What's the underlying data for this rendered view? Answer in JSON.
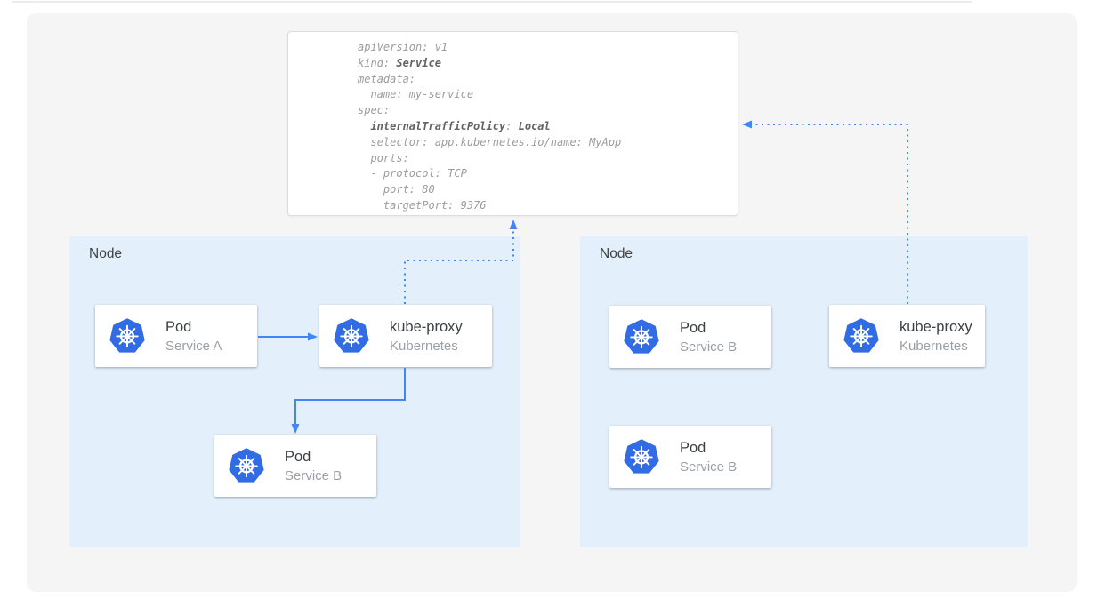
{
  "yaml_panel": {
    "lines": [
      {
        "pre": "apiVersion: v1"
      },
      {
        "pre": "kind: ",
        "bold": "Service"
      },
      {
        "pre": "metadata:"
      },
      {
        "pre": "  name: my-service"
      },
      {
        "pre": "spec:"
      },
      {
        "pre": "  ",
        "bold": "internalTrafficPolicy",
        "mid": ": ",
        "bold2": "Local"
      },
      {
        "pre": "  selector: app.kubernetes.io/name: MyApp"
      },
      {
        "pre": "  ports:"
      },
      {
        "pre": "  - protocol: TCP"
      },
      {
        "pre": "    port: 80"
      },
      {
        "pre": "    targetPort: 9376"
      }
    ]
  },
  "nodes": {
    "left": {
      "label": "Node",
      "cards": {
        "pod_a": {
          "title": "Pod",
          "subtitle": "Service A"
        },
        "kube_proxy": {
          "title": "kube-proxy",
          "subtitle": "Kubernetes"
        },
        "pod_b": {
          "title": "Pod",
          "subtitle": "Service B"
        }
      }
    },
    "right": {
      "label": "Node",
      "cards": {
        "pod_b1": {
          "title": "Pod",
          "subtitle": "Service B"
        },
        "kube_proxy": {
          "title": "kube-proxy",
          "subtitle": "Kubernetes"
        },
        "pod_b2": {
          "title": "Pod",
          "subtitle": "Service B"
        }
      }
    }
  },
  "icons": {
    "kubernetes": "kubernetes-helm-wheel-icon"
  },
  "colors": {
    "arrow_blue": "#4285f4",
    "node_background": "#e3f0fc",
    "kubernetes_blue": "#326ce5",
    "canvas_background": "#f5f5f6",
    "yaml_text": "#9c9c9c",
    "yaml_bold_text": "#636363",
    "card_title": "#3c4043",
    "card_subtitle": "#9aa0a6"
  }
}
